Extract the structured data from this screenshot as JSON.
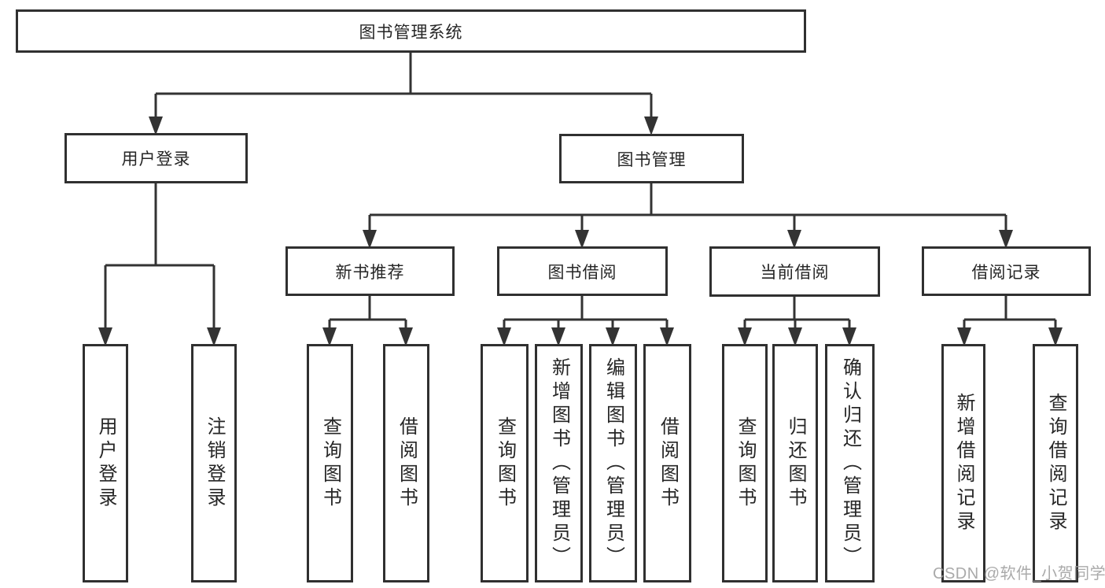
{
  "tree": {
    "root": {
      "label": "图书管理系统"
    },
    "branches": [
      {
        "label": "用户登录",
        "children": [
          {
            "label": "用户登录"
          },
          {
            "label": "注销登录"
          }
        ]
      },
      {
        "label": "图书管理",
        "children": [
          {
            "label": "新书推荐",
            "children": [
              {
                "label": "查询图书"
              },
              {
                "label": "借阅图书"
              }
            ]
          },
          {
            "label": "图书借阅",
            "children": [
              {
                "label": "查询图书"
              },
              {
                "label": "新增图书（管理员）"
              },
              {
                "label": "编辑图书（管理员）"
              },
              {
                "label": "借阅图书"
              }
            ]
          },
          {
            "label": "当前借阅",
            "children": [
              {
                "label": "查询图书"
              },
              {
                "label": "归还图书"
              },
              {
                "label": "确认归还（管理员）"
              }
            ]
          },
          {
            "label": "借阅记录",
            "children": [
              {
                "label": "新增借阅记录"
              },
              {
                "label": "查询借阅记录"
              }
            ]
          }
        ]
      }
    ]
  },
  "watermark": {
    "text": "CSDN @软件_小贺同学"
  },
  "colors": {
    "line": "#333333",
    "border": "#303030",
    "text": "#262626",
    "background": "#ffffff",
    "watermark": "#9e9e9e"
  }
}
